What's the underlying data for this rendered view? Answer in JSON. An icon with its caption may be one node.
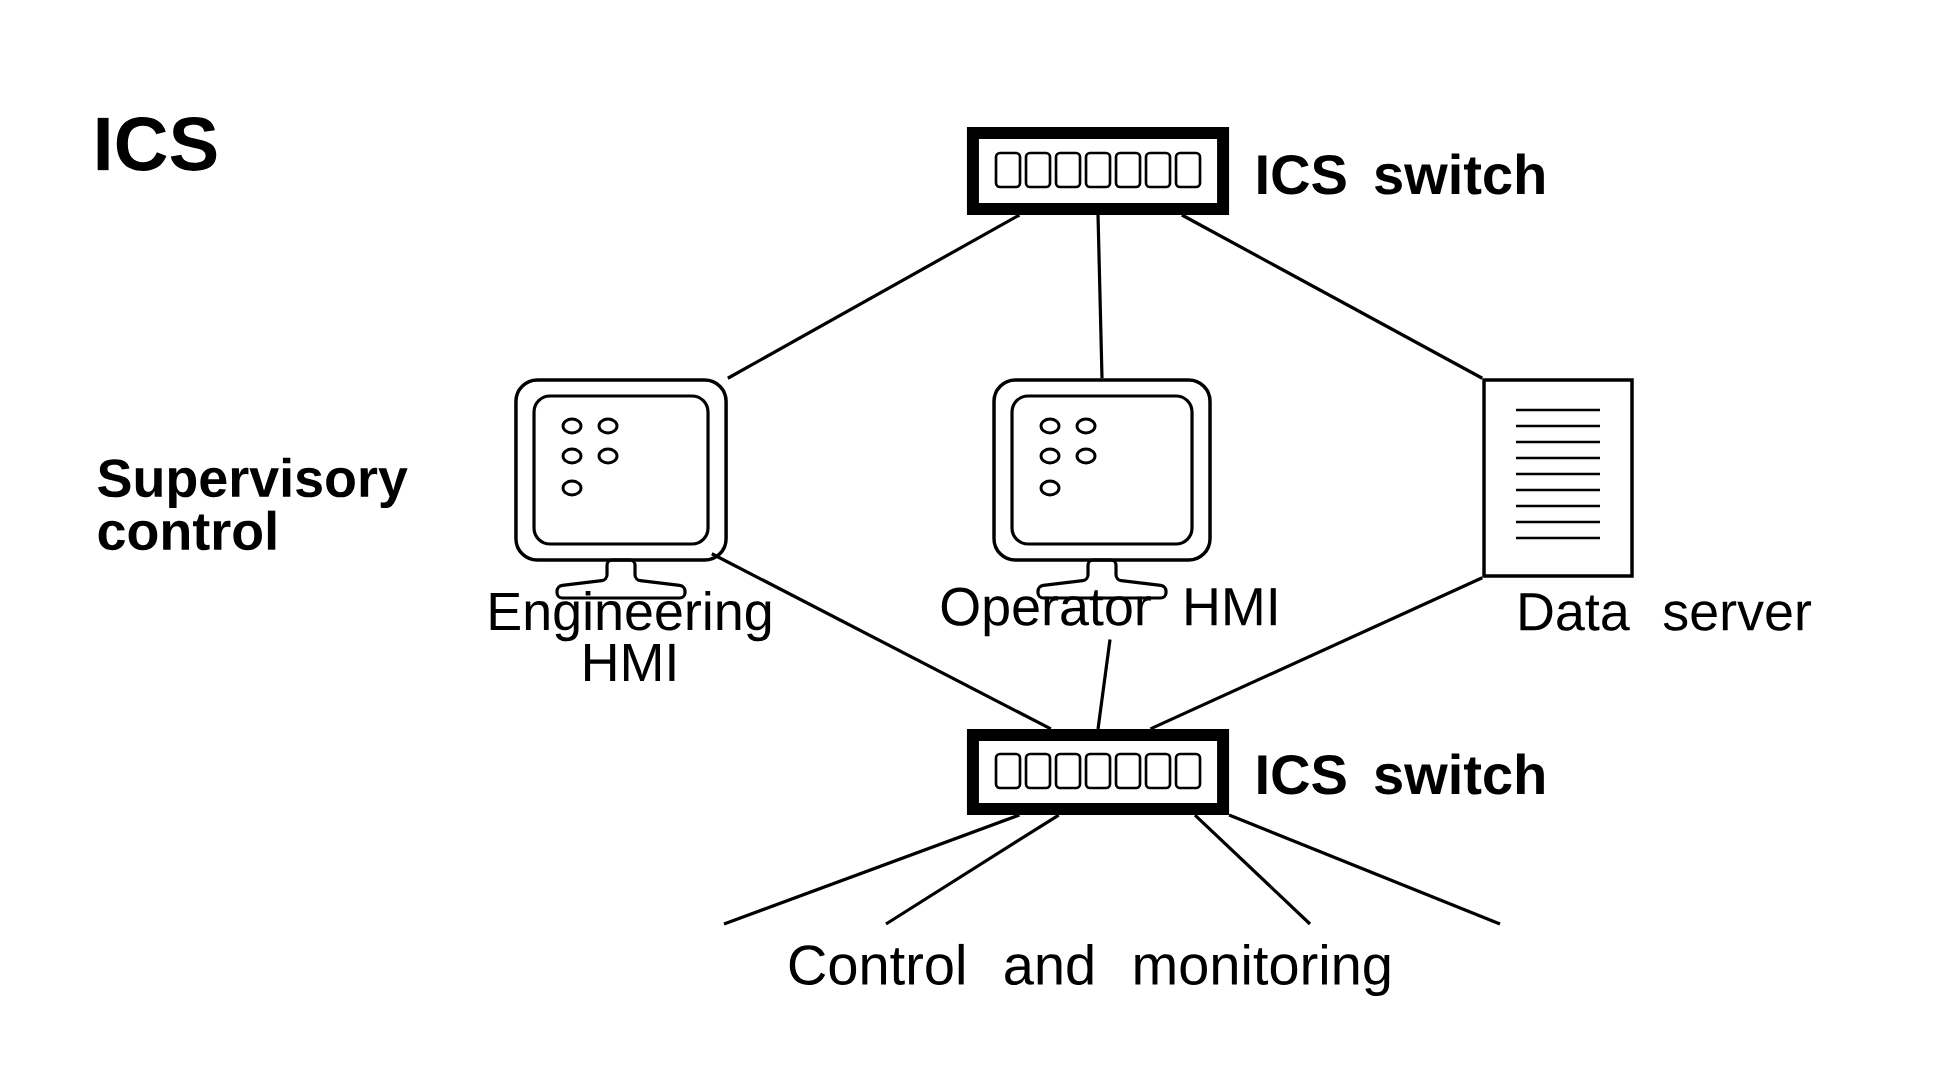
{
  "diagram": {
    "title": "ICS",
    "nodes": [
      {
        "text": [
          "ICS switch"
        ]
      },
      {
        "text": [
          "Engineering HMI"
        ]
      },
      {
        "text": [
          "Operator HMI"
        ]
      },
      {
        "text": [
          "Data server"
        ]
      },
      {
        "text": [
          "ICS switch"
        ]
      }
    ],
    "edges": [
      {
        "from": 0,
        "to": 1,
        "arrow": "none"
      },
      {
        "from": 0,
        "to": 2,
        "arrow": "none"
      },
      {
        "from": 0,
        "to": 3,
        "arrow": "none"
      },
      {
        "from": 1,
        "to": 4,
        "arrow": "none"
      },
      {
        "from": 2,
        "to": 4,
        "arrow": "none"
      },
      {
        "from": 3,
        "to": 4,
        "arrow": "none"
      },
      {
        "from": 4,
        "to": null,
        "arrow": "none"
      },
      {
        "from": 4,
        "to": null,
        "arrow": "none"
      },
      {
        "from": 4,
        "to": null,
        "arrow": "none"
      },
      {
        "from": 4,
        "to": null,
        "arrow": "none"
      }
    ],
    "labels": [
      "Supervisory control",
      "Control and monitoring"
    ]
  }
}
